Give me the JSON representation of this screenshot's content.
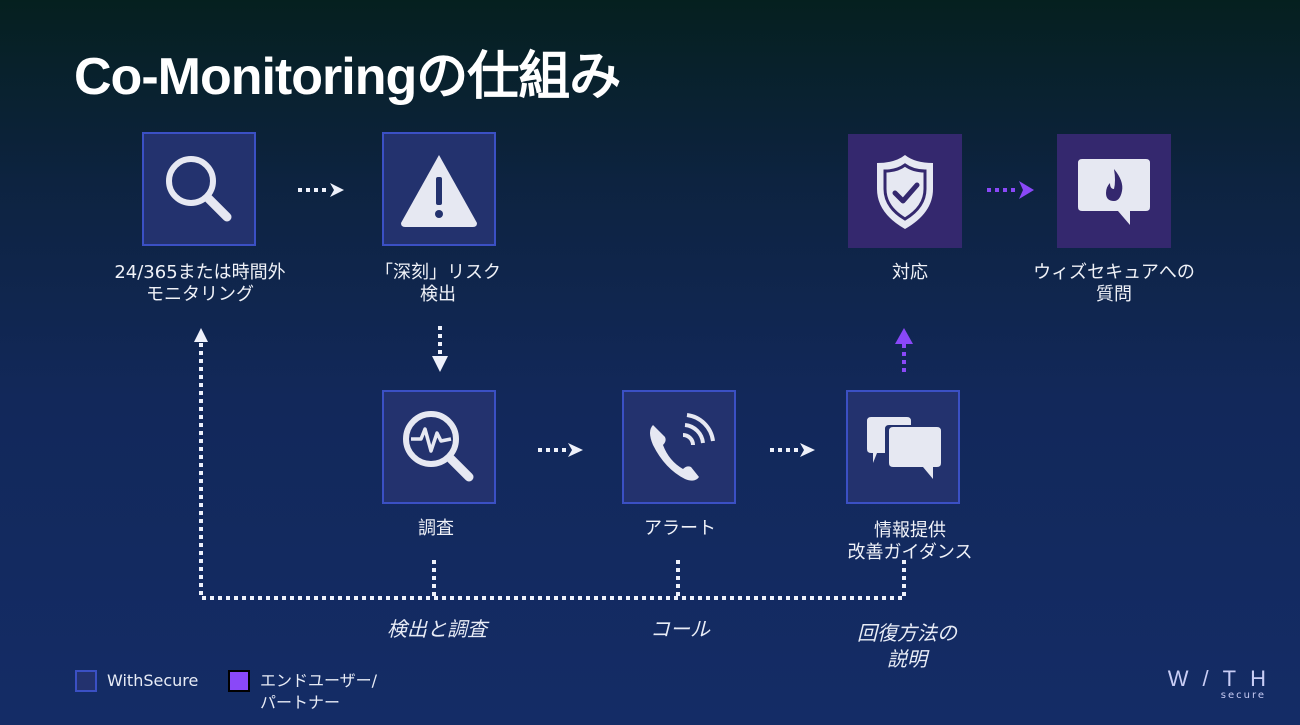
{
  "title": "Co-Monitoringの仕組み",
  "colors": {
    "withsecure_fill": "#23326e",
    "withsecure_border": "#3b50c4",
    "enduser_fill": "#34286e",
    "enduser_legend": "#8a48f8",
    "arrow_white": "#eef1fb",
    "arrow_purple": "#8a48f8"
  },
  "steps": [
    {
      "id": "monitoring",
      "icon": "magnifier-icon",
      "label_lines": [
        "24/365または時間外",
        "モニタリング"
      ],
      "owner": "WithSecure"
    },
    {
      "id": "detection",
      "icon": "warning-icon",
      "label_lines": [
        "「深刻」リスク",
        "検出"
      ],
      "owner": "WithSecure"
    },
    {
      "id": "investigation",
      "icon": "magnifier-pulse-icon",
      "label_lines": [
        "調査"
      ],
      "owner": "WithSecure"
    },
    {
      "id": "alert",
      "icon": "phone-ringing-icon",
      "label_lines": [
        "アラート"
      ],
      "owner": "WithSecure"
    },
    {
      "id": "guidance",
      "icon": "chat-bubbles-icon",
      "label_lines": [
        "情報提供",
        "改善ガイダンス"
      ],
      "owner": "WithSecure"
    },
    {
      "id": "response",
      "icon": "shield-check-icon",
      "label_lines": [
        "対応"
      ],
      "owner": "エンドユーザー/パートナー"
    },
    {
      "id": "question",
      "icon": "chat-flame-icon",
      "label_lines": [
        "ウィズセキュアへの",
        "質問"
      ],
      "owner": "エンドユーザー/パートナー"
    }
  ],
  "bottom_labels": [
    {
      "lines": [
        "検出と調査"
      ]
    },
    {
      "lines": [
        "コール"
      ]
    },
    {
      "lines": [
        "回復方法の",
        "説明"
      ]
    }
  ],
  "legend": [
    {
      "label": "WithSecure"
    },
    {
      "label_lines": [
        "エンドユーザー/",
        "パートナー"
      ]
    }
  ],
  "logo": {
    "main": "W/TH",
    "sub": "secure"
  }
}
